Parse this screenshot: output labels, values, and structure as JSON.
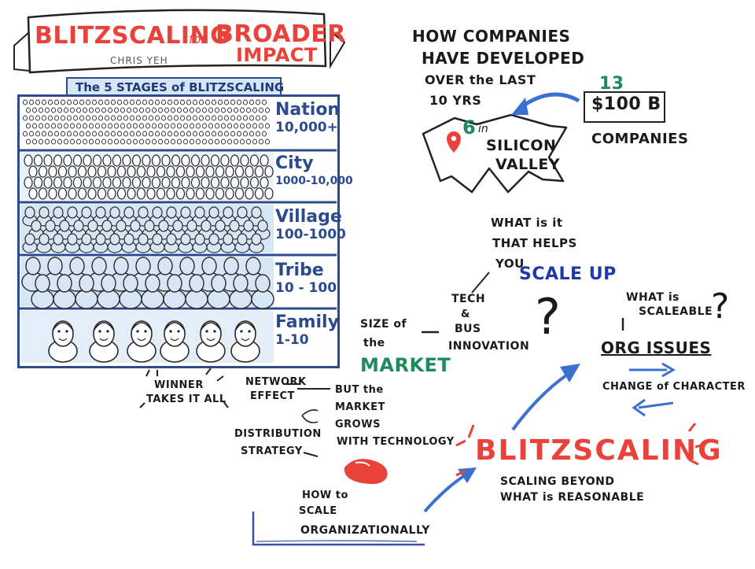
{
  "banner": {
    "title_line1": "BLITZSCALING",
    "title_for": "for",
    "title_line1b": "BROADER",
    "title_line2": "IMPACT",
    "author": "CHRIS YEH"
  },
  "stages": {
    "header": "The 5 STAGES of BLITZSCALING",
    "items": [
      {
        "name": "Nation",
        "size": "10,000+"
      },
      {
        "name": "City",
        "size": "1000-10,000"
      },
      {
        "name": "Village",
        "size": "100-1000"
      },
      {
        "name": "Tribe",
        "size": "10 - 100"
      },
      {
        "name": "Family",
        "size": "1-10"
      }
    ]
  },
  "companies": {
    "line1": "HOW COMPANIES",
    "line2": "HAVE DEVELOPED",
    "line3": "OVER the LAST",
    "line4": "10 YRS",
    "count_total": "13",
    "value": "$100 B",
    "label": "COMPANIES",
    "count_sv": "6",
    "in": "in",
    "sv_line1": "SILICON",
    "sv_line2": "VALLEY"
  },
  "scale": {
    "q1": "WHAT is it",
    "q2": "THAT HELPS",
    "q3": "YOU",
    "q4": "SCALE UP",
    "tech1": "TECH",
    "tech2": "&",
    "tech3": "BUS",
    "tech4": "INNOVATION",
    "size1": "SIZE of",
    "size2": "the",
    "market": "MARKET",
    "what1": "WHAT is",
    "what2": "SCALEABLE",
    "org": "ORG ISSUES",
    "change": "CHANGE of CHARACTER",
    "qmark": "?"
  },
  "market": {
    "winner1": "WINNER",
    "winner2": "TAKES IT ALL",
    "network1": "NETWORK",
    "network2": "EFFECT",
    "grows1": "BUT the",
    "grows2": "MARKET",
    "grows3": "GROWS",
    "grows4": "WITH TECHNOLOGY",
    "dist1": "DISTRIBUTION",
    "dist2": "STRATEGY"
  },
  "blitz": {
    "title": "BLITZSCALING",
    "sub1": "SCALING BEYOND",
    "sub2": "WHAT is REASONABLE"
  },
  "howto": {
    "line1": "HOW to",
    "line2": "SCALE",
    "line3": "ORGANIZATIONALLY"
  },
  "colors": {
    "red": "#e8423a",
    "navy": "#2b4b8e",
    "green": "#1f8a5c",
    "lightblue": "#d6e6f5"
  }
}
